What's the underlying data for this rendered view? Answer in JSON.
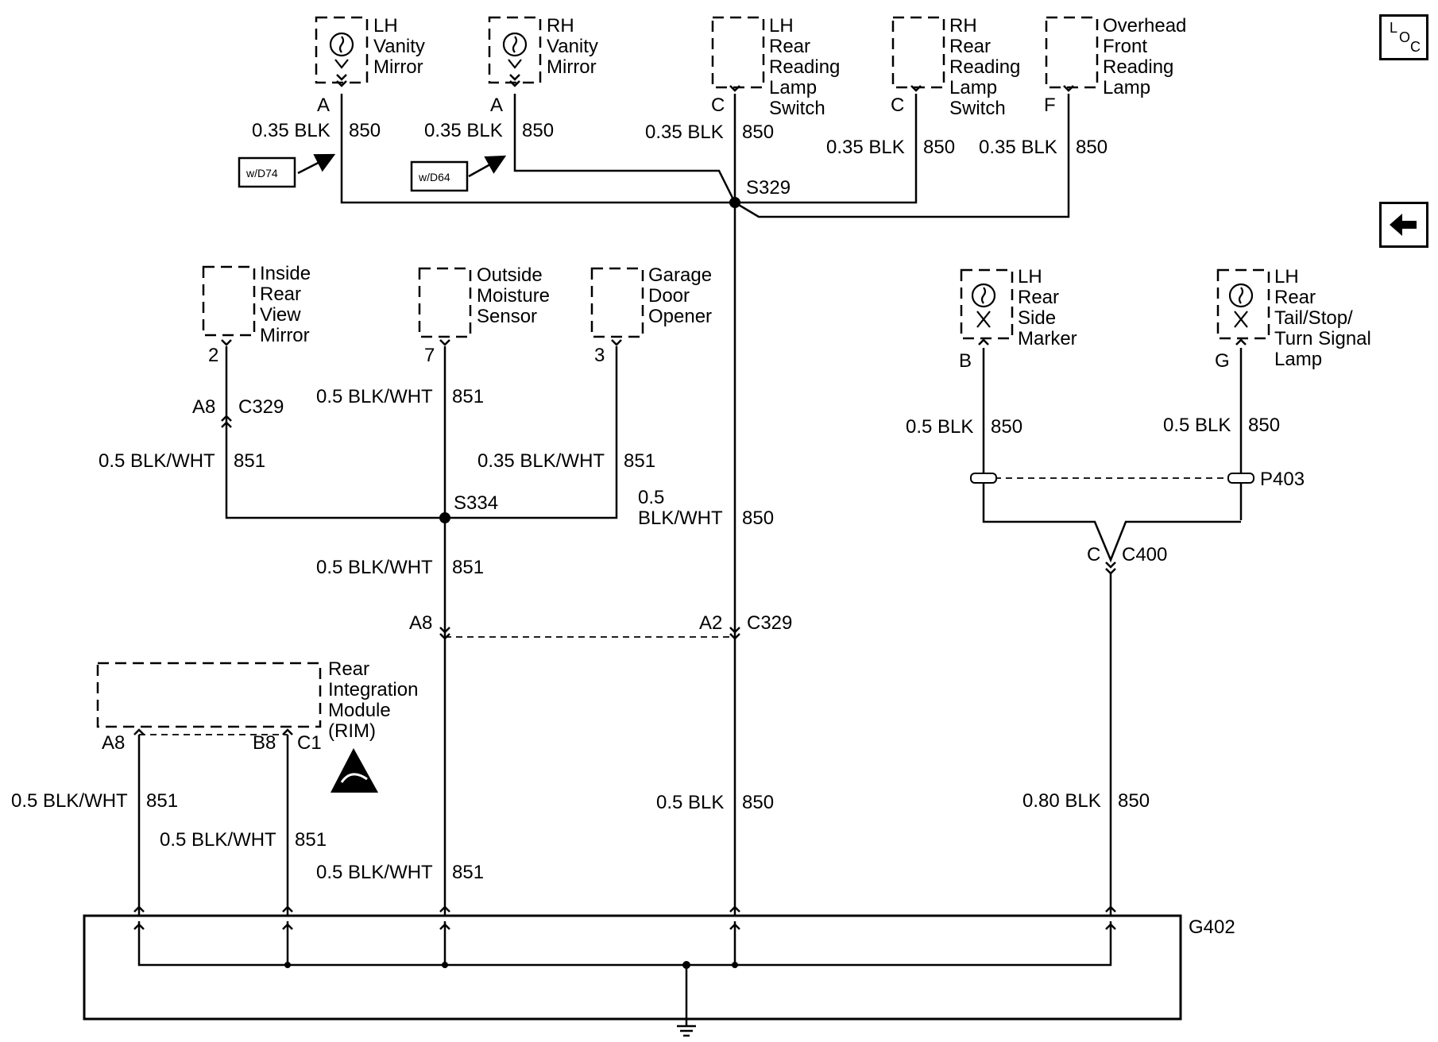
{
  "nav": {
    "location_button": [
      "L",
      "O",
      "C"
    ],
    "back_icon": "arrow-left-icon"
  },
  "components": {
    "lh_vanity_mirror": [
      "LH",
      "Vanity",
      "Mirror"
    ],
    "rh_vanity_mirror": [
      "RH",
      "Vanity",
      "Mirror"
    ],
    "lh_rear_reading_lamp_switch": [
      "LH",
      "Rear",
      "Reading",
      "Lamp",
      "Switch"
    ],
    "rh_rear_reading_lamp_switch": [
      "RH",
      "Rear",
      "Reading",
      "Lamp",
      "Switch"
    ],
    "overhead_front_reading_lamp": [
      "Overhead",
      "Front",
      "Reading",
      "Lamp"
    ],
    "inside_rear_view_mirror": [
      "Inside",
      "Rear",
      "View",
      "Mirror"
    ],
    "outside_moisture_sensor": [
      "Outside",
      "Moisture",
      "Sensor"
    ],
    "garage_door_opener": [
      "Garage",
      "Door",
      "Opener"
    ],
    "lh_rear_side_marker": [
      "LH",
      "Rear",
      "Side",
      "Marker"
    ],
    "lh_rear_tail_stop_turn_lamp": [
      "LH",
      "Rear",
      "Tail/Stop/",
      "Turn Signal",
      "Lamp"
    ],
    "rim": [
      "Rear",
      "Integration",
      "Module",
      "(RIM)"
    ]
  },
  "options": {
    "lh_vanity": "w/D74",
    "rh_vanity": "w/D64"
  },
  "pins": {
    "lh_vanity": "A",
    "rh_vanity": "A",
    "lh_reading": "C",
    "rh_reading": "C",
    "overhead": "F",
    "mirror": "2",
    "moisture": "7",
    "garage": "3",
    "side_marker": "B",
    "tail_lamp": "G",
    "rim_a8": "A8",
    "rim_b8": "B8",
    "rim_c1": "C1",
    "c329_a8_top": "A8",
    "c329_a8": "A8",
    "c329_a2": "A2",
    "c400_c": "C"
  },
  "wires": {
    "w1": {
      "gauge": "0.35 BLK",
      "circuit": "850"
    },
    "w2": {
      "gauge": "0.35 BLK",
      "circuit": "850"
    },
    "w3": {
      "gauge": "0.35 BLK",
      "circuit": "850"
    },
    "w4": {
      "gauge": "0.35 BLK",
      "circuit": "850"
    },
    "w5": {
      "gauge": "0.35 BLK",
      "circuit": "850"
    },
    "w6": {
      "gauge": "0.5 BLK/WHT",
      "circuit": "851"
    },
    "w7": {
      "gauge": "0.5 BLK/WHT",
      "circuit": "851"
    },
    "w8": {
      "gauge": "0.35 BLK/WHT",
      "circuit": "851"
    },
    "w9": {
      "gauge": "0.5 BLK/WHT",
      "circuit": "851"
    },
    "w10": {
      "gauge_line1": "0.5",
      "gauge_line2": "BLK/WHT",
      "circuit": "850"
    },
    "w11": {
      "gauge": "0.5 BLK",
      "circuit": "850"
    },
    "w12": {
      "gauge": "0.5 BLK",
      "circuit": "850"
    },
    "w13": {
      "gauge": "0.5 BLK/WHT",
      "circuit": "851"
    },
    "w14": {
      "gauge": "0.5 BLK/WHT",
      "circuit": "851"
    },
    "w15": {
      "gauge": "0.5 BLK/WHT",
      "circuit": "851"
    },
    "w16": {
      "gauge": "0.5 BLK",
      "circuit": "850"
    },
    "w17": {
      "gauge": "0.80 BLK",
      "circuit": "850"
    }
  },
  "splices": {
    "s329": "S329",
    "s334": "S334"
  },
  "connectors": {
    "c329_top": "C329",
    "c329_mid": "C329",
    "c400": "C400",
    "p403": "P403"
  },
  "ground": {
    "g402": "G402"
  },
  "icons": {
    "esd": "esd-warning-icon",
    "bulb": "lamp-bulb-icon",
    "ground": "ground-icon"
  }
}
